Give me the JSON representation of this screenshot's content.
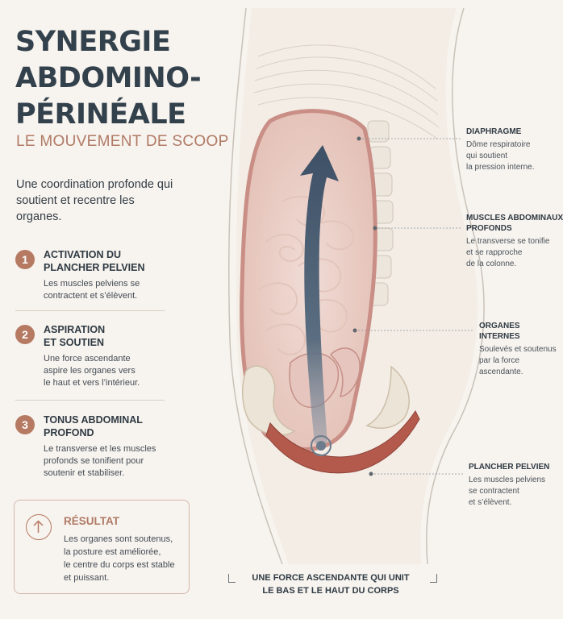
{
  "title_lines": [
    "SYNERGIE",
    "ABDOMINO-",
    "PÉRINÉALE"
  ],
  "subtitle": "LE MOUVEMENT DE SCOOP",
  "intro": "Une coordination profonde qui soutient et recentre les organes.",
  "steps": [
    {
      "number": "1",
      "title": "ACTIVATION DU\nPLANCHER PELVIEN",
      "text": "Les muscles pelviens se\ncontractent et s’élèvent."
    },
    {
      "number": "2",
      "title": "ASPIRATION\nET SOUTIEN",
      "text": "Une force ascendante\naspire les organes vers\nle haut et vers l’intérieur."
    },
    {
      "number": "3",
      "title": "TONUS ABDOMINAL\nPROFOND",
      "text": "Le transverse et les muscles\nprofonds se tonifient pour\nsoutenir et stabiliser."
    }
  ],
  "result": {
    "icon": "arrow-up-circle-icon",
    "title": "RÉSULTAT",
    "text": "Les organes sont soutenus,\nla posture est améliorée,\nle centre du corps est stable\net puissant."
  },
  "labels": [
    {
      "key": "diaphragme",
      "title": "DIAPHRAGME",
      "text": "Dôme respiratoire\nqui soutient\nla pression interne."
    },
    {
      "key": "muscles",
      "title": "MUSCLES ABDOMINAUX\nPROFONDS",
      "text": "Le transverse se tonifie\net se rapproche\nde la colonne."
    },
    {
      "key": "organes",
      "title": "ORGANES\nINTERNES",
      "text": "Soulevés et soutenus\npar la force\nascendante."
    },
    {
      "key": "plancher",
      "title": "PLANCHER PELVIEN",
      "text": "Les muscles pelviens\nse contractent\net s’élèvent."
    }
  ],
  "bottom_caption": "UNE FORCE ASCENDANTE QUI UNIT\nLE BAS ET LE HAUT DU CORPS",
  "colors": {
    "background": "#f7f3ee",
    "accent": "#b67a63",
    "title": "#33414d",
    "arrow": "#44566b",
    "abdomen_fill": "#e9cfc7",
    "abdomen_wall": "#c98e85",
    "pelvic_floor": "#b35a4d"
  }
}
